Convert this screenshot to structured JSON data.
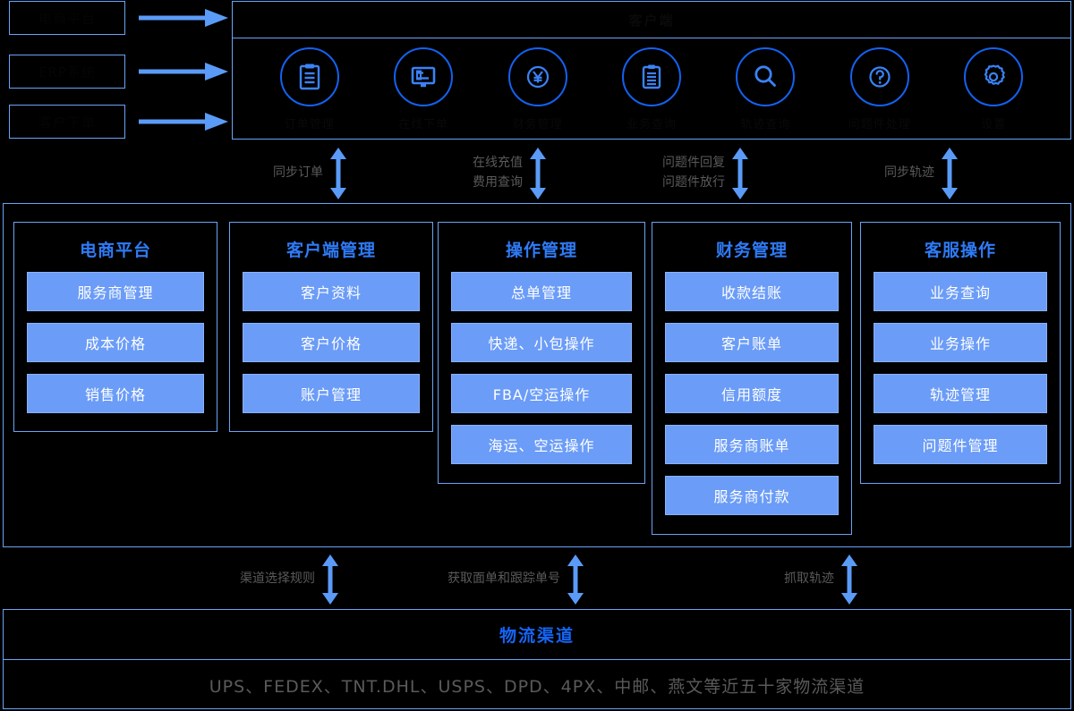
{
  "sources": [
    {
      "label": "电商平台"
    },
    {
      "label": "ERP系统"
    },
    {
      "label": "客户下单"
    }
  ],
  "top_panel": {
    "title": "客户端",
    "icons": [
      {
        "name": "document-icon",
        "label": "订单管理"
      },
      {
        "name": "monitor-icon",
        "label": "在线下单"
      },
      {
        "name": "yen-icon",
        "label": "财务管理"
      },
      {
        "name": "clipboard-icon",
        "label": "业务查询"
      },
      {
        "name": "search-icon",
        "label": "轨迹查询"
      },
      {
        "name": "question-icon",
        "label": "问题件处理"
      },
      {
        "name": "gear-icon",
        "label": "设置"
      }
    ]
  },
  "top_connectors": [
    {
      "labels": [
        "同步订单"
      ]
    },
    {
      "labels": [
        "在线充值",
        "费用查询"
      ]
    },
    {
      "labels": [
        "问题件回复",
        "问题件放行"
      ]
    },
    {
      "labels": [
        "同步轨迹"
      ]
    }
  ],
  "main_panel": {
    "columns": [
      {
        "title": "电商平台",
        "items": [
          "服务商管理",
          "成本价格",
          "销售价格"
        ]
      },
      {
        "title": "客户端管理",
        "items": [
          "客户资料",
          "客户价格",
          "账户管理"
        ]
      },
      {
        "title": "操作管理",
        "items": [
          "总单管理",
          "快递、小包操作",
          "FBA/空运操作",
          "海运、空运操作"
        ]
      },
      {
        "title": "财务管理",
        "items": [
          "收款结账",
          "客户账单",
          "信用额度",
          "服务商账单",
          "服务商付款"
        ]
      },
      {
        "title": "客服操作",
        "items": [
          "业务查询",
          "业务操作",
          "轨迹管理",
          "问题件管理"
        ]
      }
    ]
  },
  "bottom_connectors": [
    {
      "labels": [
        "渠道选择规则"
      ]
    },
    {
      "labels": [
        "获取面单和跟踪单号"
      ]
    },
    {
      "labels": [
        "抓取轨迹"
      ]
    }
  ],
  "bottom_panel": {
    "title": "物流渠道",
    "body": "UPS、FEDEX、TNT.DHL、USPS、DPD、4PX、中邮、燕文等近五十家物流渠道"
  },
  "colors": {
    "background": "#000000",
    "border_blue": "#6aa3f5",
    "accent_blue": "#1361f0",
    "item_fill": "#6b9cf7",
    "title_blue": "#2f7bf6",
    "connector_text": "#5a5a5a",
    "arrow_blue": "#5b9bf8"
  }
}
